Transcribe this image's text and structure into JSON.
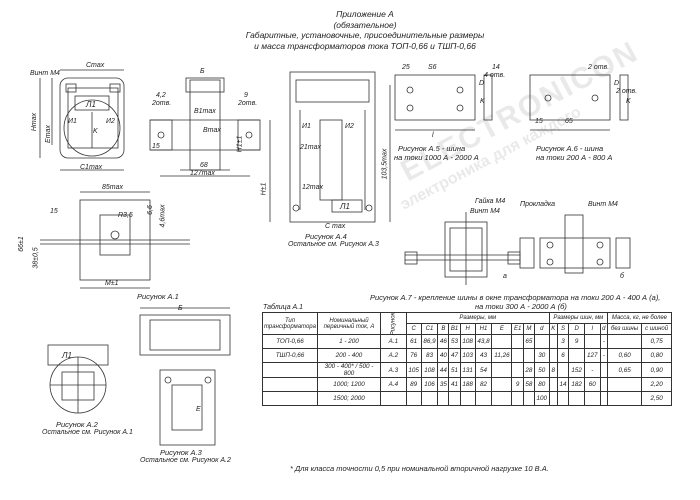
{
  "header": {
    "line1": "Приложение А",
    "line2": "(обязательное)",
    "line3": "Габаритные, установочные, присоединительные размеры",
    "line4": "и масса трансформаторов тока ТОП-0,66 и ТШП-0,66"
  },
  "watermark": {
    "main": "ELECTRONICON",
    "sub": "электроника для каждого"
  },
  "labels": {
    "screw_m4": "Винт М4",
    "c_max": "Cmax",
    "h_max": "Hmax",
    "e_max": "Emax",
    "l1": "Л1",
    "i1": "И1",
    "i2": "И2",
    "k": "K",
    "c1_max": "C1max",
    "b": "Б",
    "dim_4_2": "4,2",
    "two_holes": "2отв.",
    "dim_9": "9",
    "b1_max": "B1max",
    "b_max": "Bmax",
    "h1": "H1±1",
    "dim_15": "15",
    "dim_68": "68",
    "dim_127max": "127max",
    "dim_85max": "85max",
    "dim_15_left": "15",
    "dim_66": "66±1",
    "dim_38": "38±0,5",
    "dim_r35": "R3,5",
    "dim_6_6": "6,6",
    "dim_4_6max": "4,6max",
    "dim_m": "M±1",
    "dim_21max": "21max",
    "dim_12max": "12max",
    "dim_103": "103,5max",
    "dim_c_max": "C max",
    "h_1": "H±1",
    "dim_25": "25",
    "dim_s6": "S6",
    "dim_14": "14",
    "dim_4otv": "4 отв.",
    "dim_d": "D",
    "dim_l": "l",
    "dim_2otv": "2 отв.",
    "dim_2_otv": "2 отв.",
    "dim_15b": "15",
    "dim_65": "65",
    "nut_m4": "Гайка М4",
    "screw_m4b": "Винт М4",
    "spacer": "Прокладка",
    "screw_m4c": "Винт М4",
    "a": "а",
    "b_small": "б",
    "e_label": "E",
    "b_label2": "Б"
  },
  "captions": {
    "fig_a5": "Рисунок А.5 - шина",
    "fig_a5b": "на токи 1000 А - 2000 А",
    "fig_a6": "Рисунок А.6 - шина",
    "fig_a6b": "на токи 200 А - 800 А",
    "fig_a4": "Рисунок А.4",
    "fig_a4b": "Остальное см. Рисунок А.3",
    "fig_a1": "Рисунок А.1",
    "fig_a2": "Рисунок А.2",
    "fig_a2b": "Остальное см. Рисунок А.1",
    "fig_a3": "Рисунок А.3",
    "fig_a3b": "Остальное см. Рисунок А.2",
    "fig_a7": "Рисунок А.7 - крепление шины в окне трансформатора на токи 200 А - 400 А (а),",
    "fig_a7b": "на токи 300 А - 2000 А (б)"
  },
  "table": {
    "title": "Таблица А.1",
    "head": {
      "type": "Тип трансформатора",
      "current": "Номинальный первичный ток, А",
      "figure": "Рисунок",
      "dims": "Размеры, мм",
      "bus": "Размеры шин, мм",
      "mass": "Масса, кг, не более",
      "mass_nobus": "без шины",
      "mass_bus": "с шиной",
      "cols": [
        "C",
        "C1",
        "B",
        "B1",
        "H",
        "H1",
        "E",
        "E1",
        "M",
        "d",
        "K",
        "S",
        "D",
        "l",
        "d"
      ]
    },
    "rows": [
      {
        "type": "ТОП-0,66",
        "current": "1 - 200",
        "fig": "А.1",
        "c": "61",
        "c1": "86,9",
        "b": "46",
        "b1": "53",
        "h": "108",
        "h1": "43,8",
        "e": "",
        "e1": "",
        "m": "65",
        "d": "",
        "k": "",
        "s": "3",
        "dd": "9",
        "l": "",
        "d2": "-",
        "m1": "",
        "m2": "0,75"
      },
      {
        "type": "ТШП-0,66",
        "current": "200 - 400",
        "fig": "А.2",
        "c": "76",
        "c1": "83",
        "b": "40",
        "b1": "47",
        "h": "103",
        "h1": "43",
        "e": "11,26",
        "e1": "",
        "m": "",
        "d": "30",
        "k": "",
        "s": "6",
        "dd": "",
        "l": "127",
        "d2": "-",
        "m1": "0,60",
        "m2": "0,80"
      },
      {
        "type": "",
        "current": "300 - 400* / 500 - 800",
        "fig": "А.3",
        "c": "105",
        "c1": "108",
        "b": "44",
        "b1": "51",
        "h": "131",
        "h1": "54",
        "e": "",
        "e1": "",
        "m": "28",
        "d": "50",
        "k": "8",
        "s": "",
        "dd": "152",
        "l": "-",
        "d2": "",
        "m1": "0,65",
        "m2": "0,90"
      },
      {
        "type": "",
        "current": "1000; 1200",
        "fig": "А.4",
        "c": "89",
        "c1": "106",
        "b": "35",
        "b1": "41",
        "h": "188",
        "h1": "82",
        "e": "",
        "e1": "9",
        "m": "58",
        "d": "80",
        "k": "",
        "s": "14",
        "dd": "182",
        "l": "60",
        "d2": "",
        "m1": "",
        "m2": "2,20"
      },
      {
        "type": "",
        "current": "1500; 2000",
        "fig": "",
        "c": "",
        "c1": "",
        "b": "",
        "b1": "",
        "h": "",
        "h1": "",
        "e": "",
        "e1": "",
        "m": "",
        "d": "100",
        "k": "",
        "s": "",
        "dd": "",
        "l": "",
        "d2": "",
        "m1": "",
        "m2": "2,50"
      }
    ],
    "footnote": "* Для класса точности 0,5 при номинальной вторичной нагрузке 10 В.А."
  }
}
